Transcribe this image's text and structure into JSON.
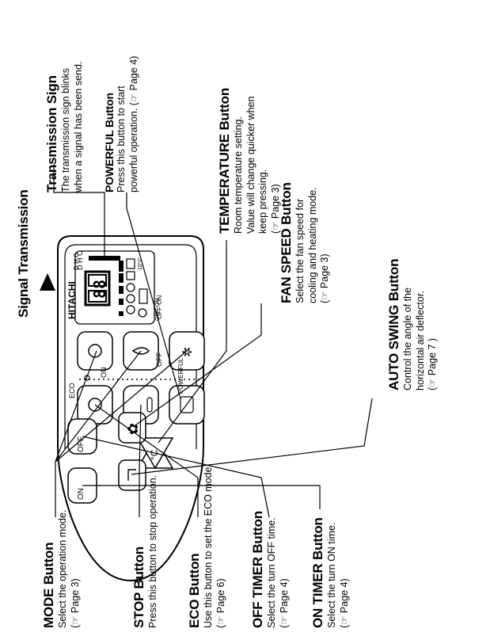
{
  "header": {
    "signal_transmission": "Signal Transmission"
  },
  "remote": {
    "brand": "HITACHI",
    "display_digits": "88",
    "display_labels": {
      "off": "OFF",
      "on": "ON",
      "d": "D",
      "h": "H",
      "c": "C",
      "temp_10": "10°C"
    },
    "panel_on_label": "ON",
    "powerful_label": "POWERFUL",
    "eco_label": "ECO",
    "off_button_label": "OFF",
    "off_timer_label": "OFF",
    "on_timer_label": "ON",
    "temp_unit": "°C"
  },
  "callouts": [
    {
      "id": "transmission",
      "title": "Transmission Sign",
      "lines": [
        "The transmission sign blinks",
        "when a signal has been send."
      ]
    },
    {
      "id": "powerful",
      "title": "POWERFUL Button",
      "lines": [
        "Press this button to start",
        "powerful operation. (☞ Page 4)"
      ]
    },
    {
      "id": "temperature",
      "title": "TEMPERATURE Button",
      "lines": [
        "Room temperature setting.",
        "Value will change quicker when",
        "keep pressing.",
        "(☞ Page 3)"
      ]
    },
    {
      "id": "fanspeed",
      "title": "FAN SPEED Button",
      "lines": [
        "Select the fan speed for",
        "cooling and heating mode.",
        "(☞ Page 3)"
      ]
    },
    {
      "id": "autoswing",
      "title": "AUTO SWING Button",
      "lines": [
        "Control the angle of the",
        "horizontal air deflector.",
        "(☞ Page 7 )"
      ]
    },
    {
      "id": "mode",
      "title": "MODE Button",
      "lines": [
        "Select the operation mode.",
        "(☞ Page 3)"
      ]
    },
    {
      "id": "stop",
      "title": "STOP Button",
      "lines": [
        "Press this button to stop operation."
      ]
    },
    {
      "id": "eco",
      "title": "ECO Button",
      "lines": [
        "Use this button to set the ECO mode",
        "(☞ Page 6)"
      ]
    },
    {
      "id": "offtimer",
      "title": "OFF TIMER Button",
      "lines": [
        "Select the turn OFF time.",
        "(☞ Page 4)"
      ]
    },
    {
      "id": "ontimer",
      "title": "ON TIMER Button",
      "lines": [
        "Select the turn ON time.",
        "(☞ Page 4)"
      ]
    }
  ]
}
